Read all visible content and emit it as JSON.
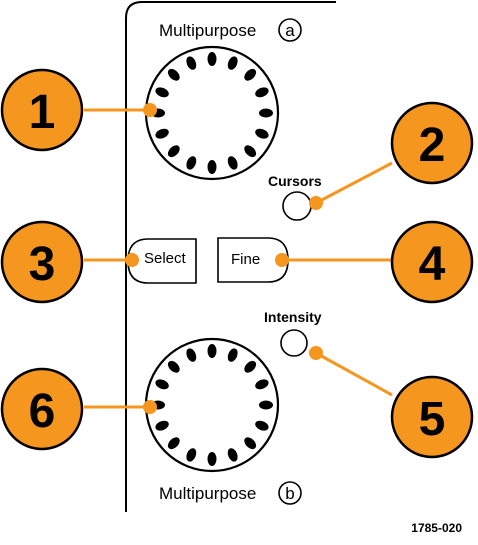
{
  "labels": {
    "multipurpose_a": "Multipurpose",
    "multipurpose_a_letter": "a",
    "multipurpose_b": "Multipurpose",
    "multipurpose_b_letter": "b",
    "cursors": "Cursors",
    "intensity": "Intensity",
    "select": "Select",
    "fine": "Fine",
    "figure_id": "1785-020"
  },
  "callouts": {
    "c1": "1",
    "c2": "2",
    "c3": "3",
    "c4": "4",
    "c5": "5",
    "c6": "6"
  },
  "colors": {
    "callout_fill": "#f5961e",
    "leader_line": "#f5961e",
    "outline": "#000000",
    "background": "#ffffff"
  }
}
